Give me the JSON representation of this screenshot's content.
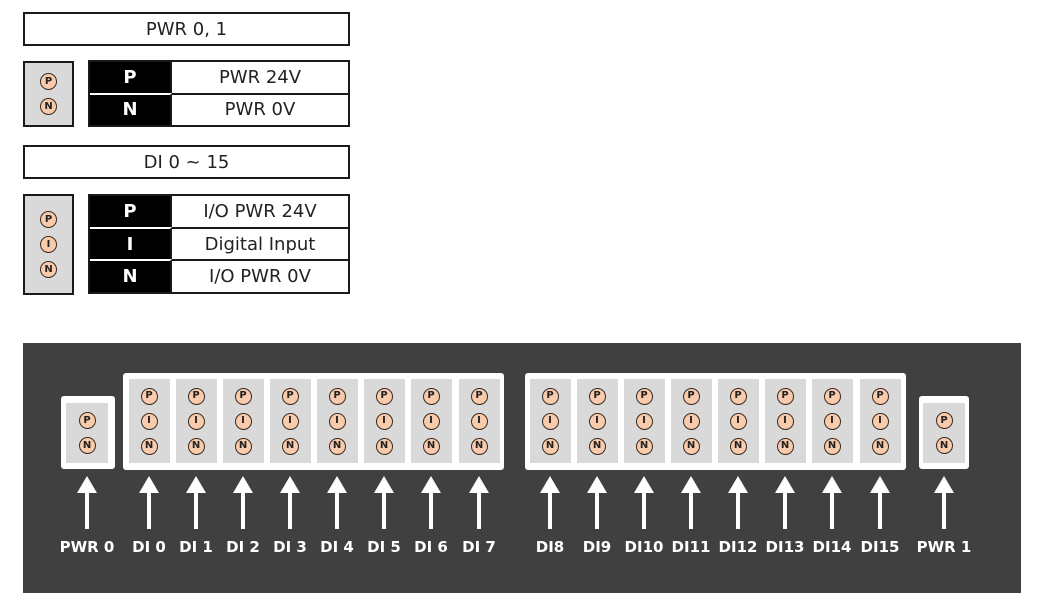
{
  "legend": {
    "pwr_title": "PWR 0, 1",
    "pwr_pins": [
      "P",
      "N"
    ],
    "pwr_rows": [
      {
        "key": "P",
        "value": "PWR 24V"
      },
      {
        "key": "N",
        "value": "PWR  0V"
      }
    ],
    "di_title": "DI 0 ~ 15",
    "di_pins": [
      "P",
      "I",
      "N"
    ],
    "di_rows": [
      {
        "key": "P",
        "value": "I/O PWR 24V"
      },
      {
        "key": "I",
        "value": "Digital Input"
      },
      {
        "key": "N",
        "value": "I/O PWR  0V"
      }
    ]
  },
  "panel": {
    "terminals": [
      {
        "label": "PWR 0",
        "pins": [
          "P",
          "N"
        ]
      },
      {
        "label": "DI 0",
        "pins": [
          "P",
          "I",
          "N"
        ]
      },
      {
        "label": "DI 1",
        "pins": [
          "P",
          "I",
          "N"
        ]
      },
      {
        "label": "DI 2",
        "pins": [
          "P",
          "I",
          "N"
        ]
      },
      {
        "label": "DI 3",
        "pins": [
          "P",
          "I",
          "N"
        ]
      },
      {
        "label": "DI 4",
        "pins": [
          "P",
          "I",
          "N"
        ]
      },
      {
        "label": "DI 5",
        "pins": [
          "P",
          "I",
          "N"
        ]
      },
      {
        "label": "DI 6",
        "pins": [
          "P",
          "I",
          "N"
        ]
      },
      {
        "label": "DI 7",
        "pins": [
          "P",
          "I",
          "N"
        ]
      },
      {
        "label": "DI8",
        "pins": [
          "P",
          "I",
          "N"
        ]
      },
      {
        "label": "DI9",
        "pins": [
          "P",
          "I",
          "N"
        ]
      },
      {
        "label": "DI10",
        "pins": [
          "P",
          "I",
          "N"
        ]
      },
      {
        "label": "DI11",
        "pins": [
          "P",
          "I",
          "N"
        ]
      },
      {
        "label": "DI12",
        "pins": [
          "P",
          "I",
          "N"
        ]
      },
      {
        "label": "DI13",
        "pins": [
          "P",
          "I",
          "N"
        ]
      },
      {
        "label": "DI14",
        "pins": [
          "P",
          "I",
          "N"
        ]
      },
      {
        "label": "DI15",
        "pins": [
          "P",
          "I",
          "N"
        ]
      },
      {
        "label": "PWR 1",
        "pins": [
          "P",
          "N"
        ]
      }
    ]
  },
  "colors": {
    "panel_bg": "#404040",
    "terminal_bg": "#d9d9d9",
    "pin_fill": "#f8cbad",
    "key_bg": "#000000"
  }
}
